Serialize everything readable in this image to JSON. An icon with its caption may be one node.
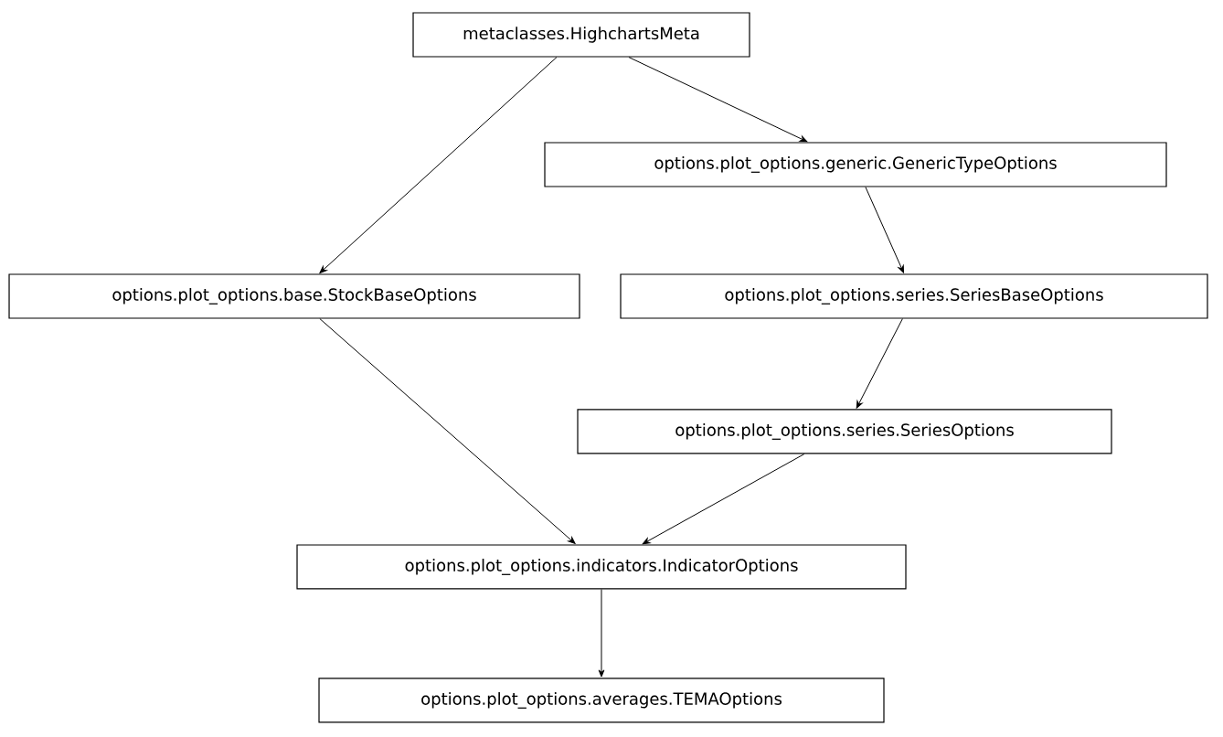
{
  "diagram": {
    "nodes": [
      {
        "text": [
          "metaclasses.HighchartsMeta"
        ]
      },
      {
        "text": [
          "options.plot_options.generic.GenericTypeOptions"
        ]
      },
      {
        "text": [
          "options.plot_options.base.StockBaseOptions"
        ]
      },
      {
        "text": [
          "options.plot_options.series.SeriesBaseOptions"
        ]
      },
      {
        "text": [
          "options.plot_options.series.SeriesOptions"
        ]
      },
      {
        "text": [
          "options.plot_options.indicators.IndicatorOptions"
        ]
      },
      {
        "text": [
          "options.plot_options.averages.TEMAOptions"
        ]
      }
    ],
    "edges": [
      {
        "from": 0,
        "to": 1,
        "arrow": "to"
      },
      {
        "from": 0,
        "to": 2,
        "arrow": "to"
      },
      {
        "from": 1,
        "to": 3,
        "arrow": "to"
      },
      {
        "from": 3,
        "to": 4,
        "arrow": "to"
      },
      {
        "from": 2,
        "to": 5,
        "arrow": "to"
      },
      {
        "from": 4,
        "to": 5,
        "arrow": "to"
      },
      {
        "from": 5,
        "to": 6,
        "arrow": "to"
      }
    ]
  }
}
